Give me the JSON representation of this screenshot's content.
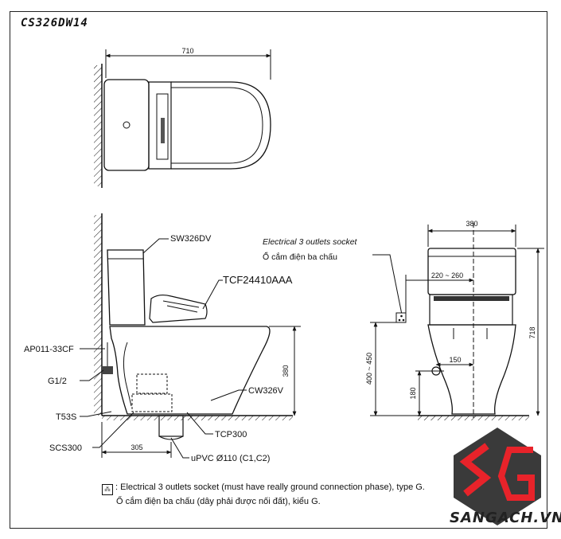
{
  "model_code": "CS326DW14",
  "top_view": {
    "width_dim": "710"
  },
  "side_view": {
    "labels": {
      "tank": "SW326DV",
      "seat": "TCF24410AAA",
      "valve": "AP011-33CF",
      "thread": "G1/2",
      "bolt": "T53S",
      "flange": "SCS300",
      "bowl": "CW326V",
      "pipe_fitting": "TCP300",
      "pipe": "uPVC Ø110 (C1,C2)",
      "socket_en": "Electrical 3 outlets socket",
      "socket_vi": "Ổ cắm điện ba chấu"
    },
    "dims": {
      "seat_height": "380",
      "rough_in": "305"
    }
  },
  "front_view": {
    "dims": {
      "width": "380",
      "socket_offset": "220 ~ 260",
      "total_height": "718",
      "socket_height": "400 ~ 450",
      "valve_offset": "150",
      "valve_height": "180"
    }
  },
  "note": {
    "symbol": "⁂",
    "line1": ": Electrical 3 outlets socket (must have really ground connection phase), type G.",
    "line2": "Ổ cắm điện ba chấu (dây phải được nối đất), kiểu G."
  },
  "brand": {
    "watermark": "SANGACH.VN",
    "logo_letters": "SG"
  },
  "colors": {
    "logo_red": "#e8232a",
    "logo_dark": "#3a3a3a",
    "line": "#111111"
  }
}
